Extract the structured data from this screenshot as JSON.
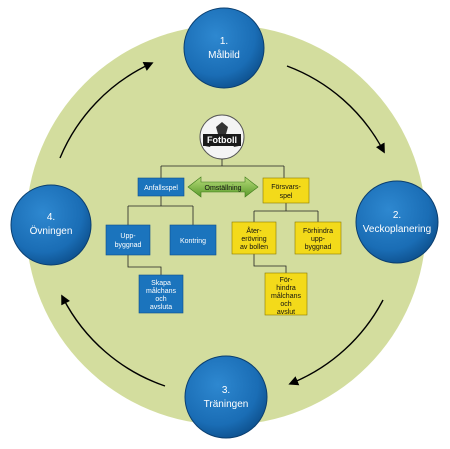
{
  "cycle": {
    "steps": [
      {
        "line1": "1.",
        "line2": "Målbild"
      },
      {
        "line1": "2.",
        "line2": "Veckoplanering"
      },
      {
        "line1": "3.",
        "line2": "Träningen"
      },
      {
        "line1": "4.",
        "line2": "Övningen"
      }
    ],
    "colors": {
      "ring": "#d3dd9e",
      "node": "#1a6db5",
      "node_dark": "#0d4f8c"
    }
  },
  "center": {
    "ball_label": "Fotboll",
    "transition_label": "Omställning",
    "attack": {
      "title": "Anfallsspel",
      "children": [
        {
          "lines": [
            "Upp-",
            "byggnad"
          ]
        },
        {
          "lines": [
            "Kontring"
          ]
        }
      ],
      "goal": {
        "lines": [
          "Skapa",
          "målchans",
          "och",
          "avsluta"
        ]
      },
      "color": "#1b74bd"
    },
    "defense": {
      "title": {
        "lines": [
          "Försvars-",
          "spel"
        ]
      },
      "children": [
        {
          "lines": [
            "Åter-",
            "erövring",
            "av bollen"
          ]
        },
        {
          "lines": [
            "Förhindra",
            "upp-",
            "byggnad"
          ]
        }
      ],
      "goal": {
        "lines": [
          "För-",
          "hindra",
          "målchans",
          "och",
          "avslut"
        ]
      },
      "color": "#f3da1a"
    }
  }
}
